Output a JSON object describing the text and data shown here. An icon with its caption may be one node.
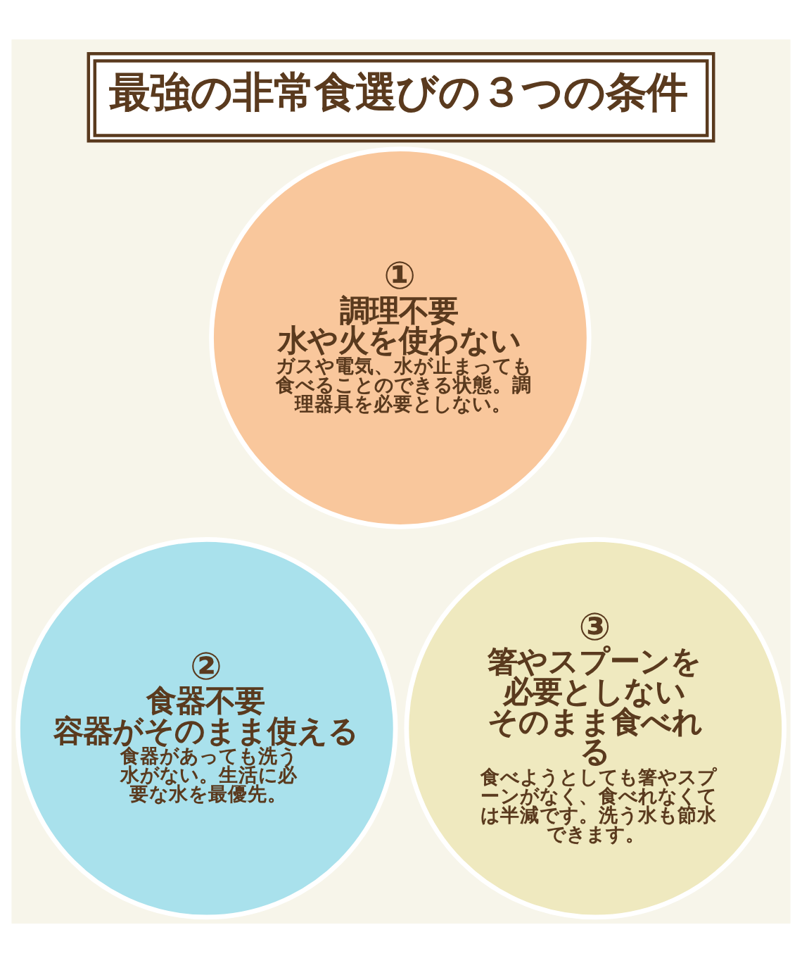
{
  "diagram": {
    "title": "最強の非常食選びの３つの条件",
    "nodes": [
      {
        "text": [
          "①",
          "調理不要",
          "水や火を使わない",
          "ガスや電気、水が止まっても食べることのできる状態。調理器具を必要としない。"
        ]
      },
      {
        "text": [
          "②",
          "食器不要",
          "容器がそのまま使える",
          "食器があっても洗う水がない。生活に必要な水を最優先。"
        ]
      },
      {
        "text": [
          "③",
          "箸やスプーンを必要としない",
          "そのまま食べれる",
          "食べようとしても箸やスプーンがなく、食べれなくては半減です。洗う水も節水できます。"
        ]
      }
    ],
    "edges": []
  }
}
